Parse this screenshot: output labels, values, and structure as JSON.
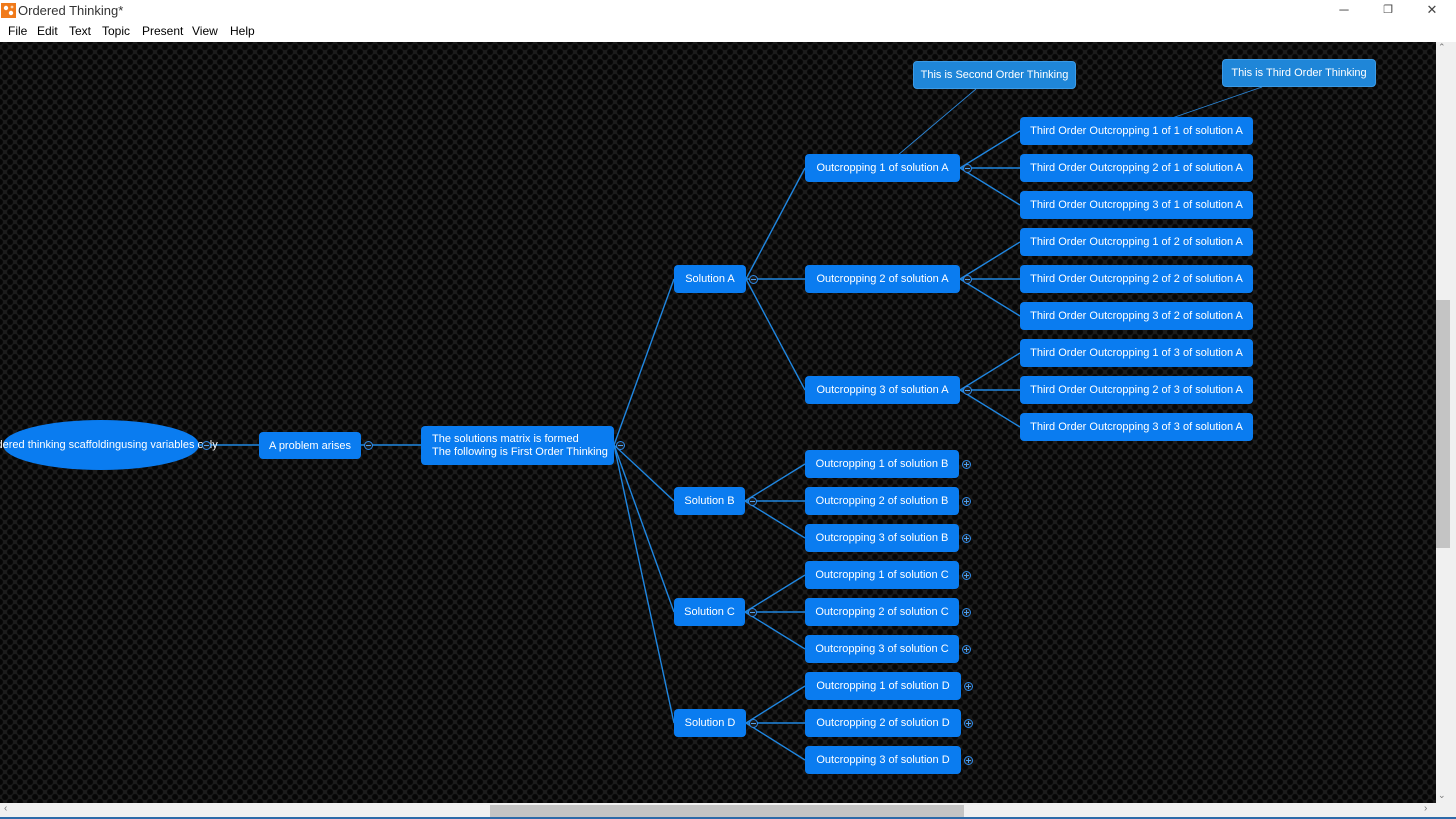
{
  "window": {
    "title": "Ordered Thinking*",
    "minimize_glyph": "─",
    "maximize_glyph": "❐",
    "close_glyph": "✕",
    "app_icon": "xmind-app-icon"
  },
  "menu": [
    "File",
    "Edit",
    "Text",
    "Topic",
    "Present",
    "View",
    "Help"
  ],
  "mindmap": {
    "root": {
      "line1": "Ordered thinking scaffolding",
      "line2": "using variables only"
    },
    "problem": "A problem arises",
    "matrix": {
      "line1": "The solutions matrix is formed",
      "line2": "The following is First Order Thinking"
    },
    "callout_second": "This is Second Order Thinking",
    "callout_third": "This is Third Order Thinking",
    "solutions": [
      "Solution A",
      "Solution B",
      "Solution C",
      "Solution D"
    ],
    "outcroppings_a": [
      "Outcropping 1 of solution A",
      "Outcropping 2 of solution A",
      "Outcropping 3 of solution A"
    ],
    "outcroppings_b": [
      "Outcropping 1 of solution B",
      "Outcropping 2 of solution B",
      "Outcropping 3 of solution B"
    ],
    "outcroppings_c": [
      "Outcropping 1 of solution C",
      "Outcropping 2 of solution C",
      "Outcropping 3 of solution C"
    ],
    "outcroppings_d": [
      "Outcropping 1 of solution D",
      "Outcropping 2 of solution D",
      "Outcropping 3 of solution D"
    ],
    "third_a1": [
      "Third Order Outcropping 1 of 1 of solution A",
      "Third Order Outcropping 2 of 1 of solution A",
      "Third Order Outcropping 3 of 1 of solution A"
    ],
    "third_a2": [
      "Third Order Outcropping 1 of 2 of solution A",
      "Third Order Outcropping 2 of 2 of solution A",
      "Third Order Outcropping 3 of 2 of solution A"
    ],
    "third_a3": [
      "Third Order Outcropping 1 of 3 of solution A",
      "Third Order Outcropping 2 of 3 of solution A",
      "Third Order Outcropping 3 of 3 of solution A"
    ]
  },
  "colors": {
    "canvas_background": "#1c1c1c",
    "topic_fill": "#0a7cf0",
    "connector": "#1f86e0"
  }
}
